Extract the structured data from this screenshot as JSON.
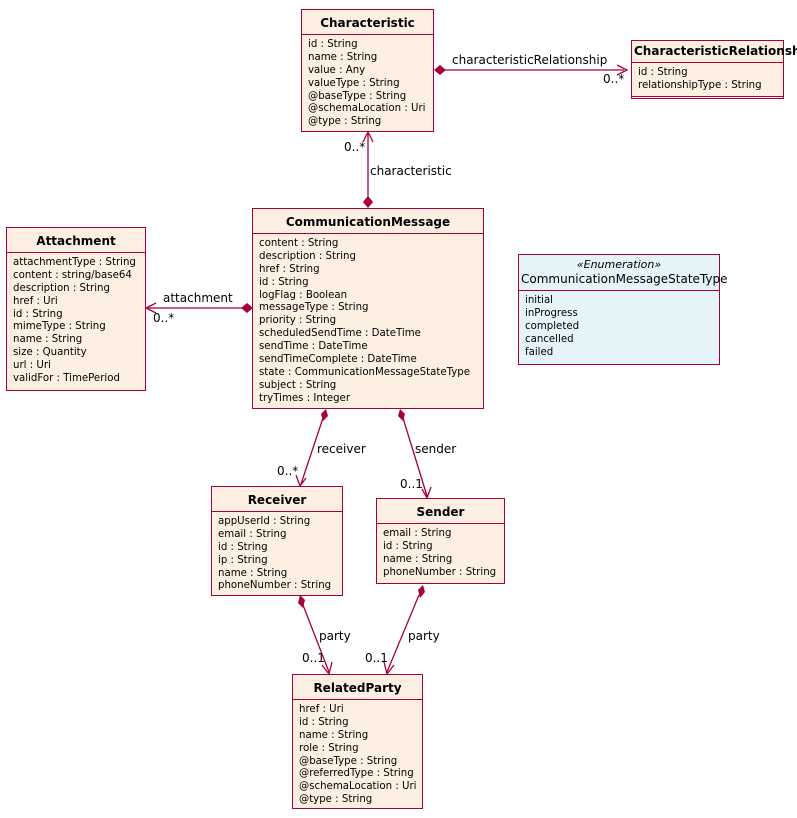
{
  "classes": {
    "characteristic": {
      "name": "Characteristic",
      "fields": [
        "id : String",
        "name : String",
        "value : Any",
        "valueType : String",
        "@baseType : String",
        "@schemaLocation : Uri",
        "@type : String"
      ]
    },
    "characteristic_relationship": {
      "name": "CharacteristicRelationship",
      "fields": [
        "id : String",
        "relationshipType : String"
      ]
    },
    "attachment": {
      "name": "Attachment",
      "fields": [
        "attachmentType : String",
        "content : string/base64",
        "description : String",
        "href : Uri",
        "id : String",
        "mimeType : String",
        "name : String",
        "size : Quantity",
        "url : Uri",
        "validFor : TimePeriod"
      ]
    },
    "communication_message": {
      "name": "CommunicationMessage",
      "fields": [
        "content : String",
        "description : String",
        "href : String",
        "id : String",
        "logFlag : Boolean",
        "messageType : String",
        "priority : String",
        "scheduledSendTime : DateTime",
        "sendTime : DateTime",
        "sendTimeComplete : DateTime",
        "state : CommunicationMessageStateType",
        "subject : String",
        "tryTimes : Integer"
      ]
    },
    "state_type": {
      "stereotype": "«Enumeration»",
      "name": "CommunicationMessageStateType",
      "fields": [
        "initial",
        "inProgress",
        "completed",
        "cancelled",
        "failed"
      ]
    },
    "receiver": {
      "name": "Receiver",
      "fields": [
        "appUserId : String",
        "email : String",
        "id : String",
        "ip : String",
        "name : String",
        "phoneNumber : String"
      ]
    },
    "sender": {
      "name": "Sender",
      "fields": [
        "email : String",
        "id : String",
        "name : String",
        "phoneNumber : String"
      ]
    },
    "related_party": {
      "name": "RelatedParty",
      "fields": [
        "href : Uri",
        "id : String",
        "name : String",
        "role : String",
        "@baseType : String",
        "@referredType : String",
        "@schemaLocation : Uri",
        "@type : String"
      ]
    }
  },
  "relations": {
    "characteristic_relationship": {
      "label": "characteristicRelationship",
      "multiplicity": "0..*"
    },
    "characteristic": {
      "label": "characteristic",
      "multiplicity": "0..*"
    },
    "attachment": {
      "label": "attachment",
      "multiplicity": "0..*"
    },
    "receiver": {
      "label": "receiver",
      "multiplicity": "0..*"
    },
    "sender": {
      "label": "sender",
      "multiplicity": "0..1"
    },
    "receiver_party": {
      "label": "party",
      "multiplicity": "0..1"
    },
    "sender_party": {
      "label": "party",
      "multiplicity": "0..1"
    }
  },
  "colors": {
    "border": "#a80036",
    "class_fill": "#fdf0e3",
    "enum_fill": "#e4f4f8"
  }
}
